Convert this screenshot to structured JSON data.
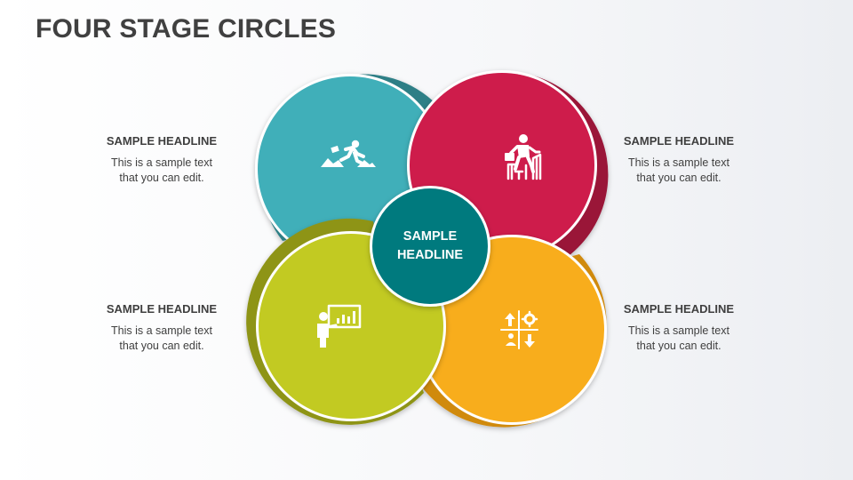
{
  "title": "FOUR STAGE CIRCLES",
  "center": {
    "line1": "SAMPLE",
    "line2": "HEADLINE"
  },
  "colors": {
    "teal": "#40AFB9",
    "crimson": "#CE1A4C",
    "lime": "#C2CA21",
    "orange": "#F8AD1A",
    "center": "#007A7E"
  },
  "stages": [
    {
      "position": "top-left",
      "icon": "runner-jumping-icon",
      "headline": "SAMPLE HEADLINE",
      "line1": "This is a sample text",
      "line2": "that you can edit."
    },
    {
      "position": "top-right",
      "icon": "person-climbing-stairs-icon",
      "headline": "SAMPLE HEADLINE",
      "line1": "This is a sample text",
      "line2": "that you can edit."
    },
    {
      "position": "bottom-left",
      "icon": "presenter-chart-board-icon",
      "headline": "SAMPLE HEADLINE",
      "line1": "This is a sample text",
      "line2": "that you can edit."
    },
    {
      "position": "bottom-right",
      "icon": "strategy-quadrant-icon",
      "headline": "SAMPLE HEADLINE",
      "line1": "This is a sample text",
      "line2": "that you can edit."
    }
  ]
}
